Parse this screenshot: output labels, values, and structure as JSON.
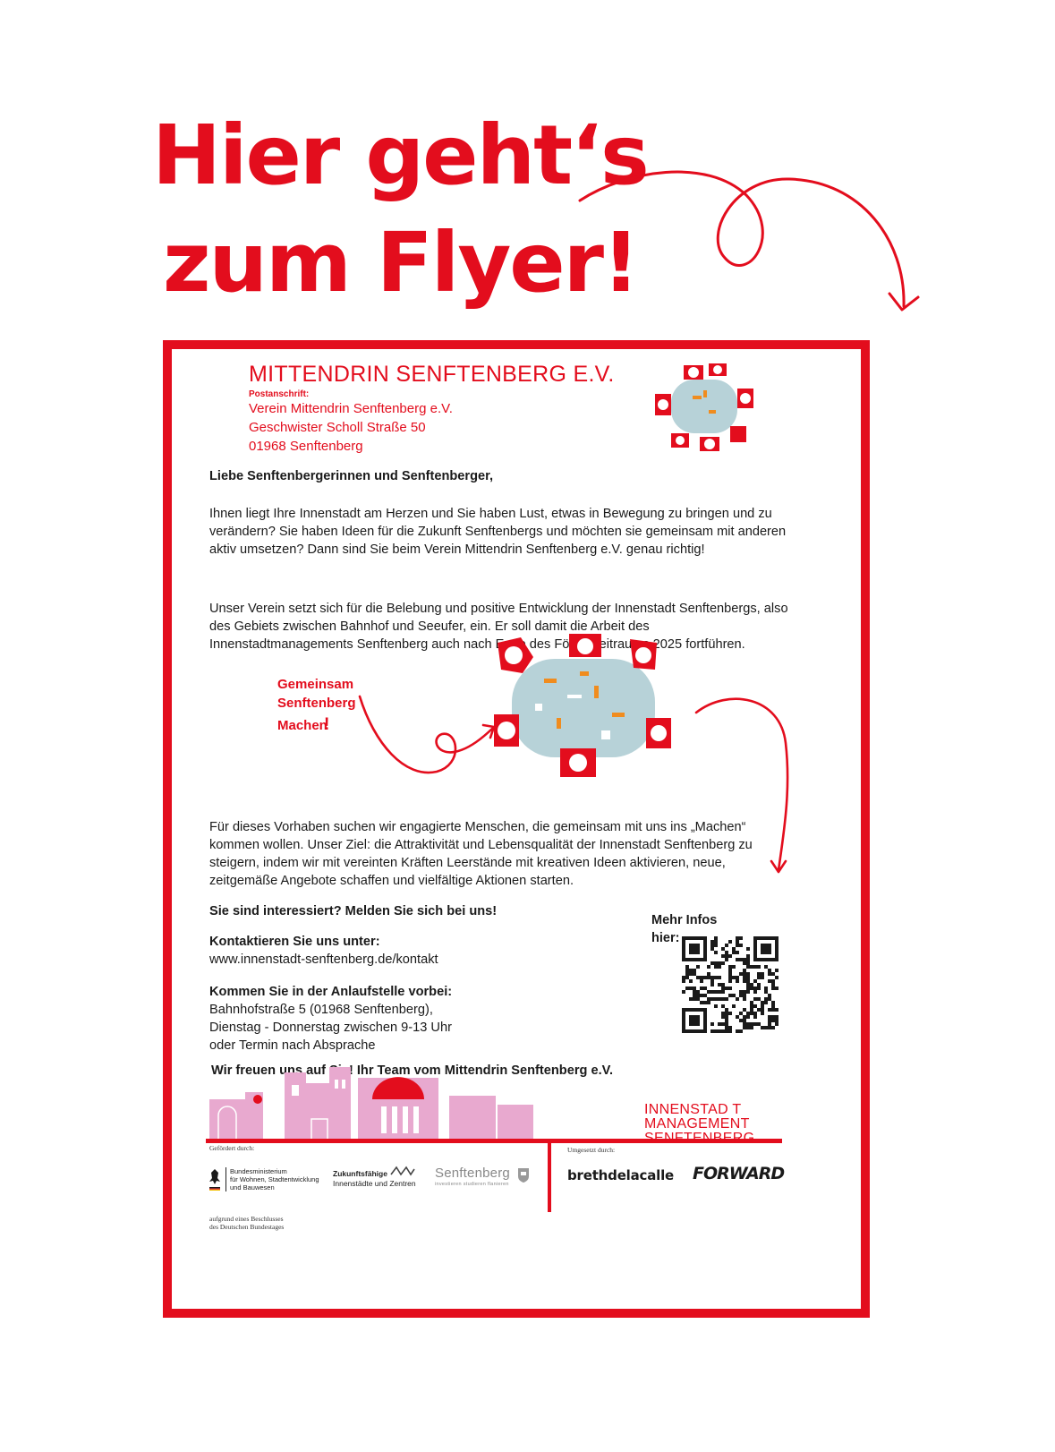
{
  "headline": {
    "line1": "Hier geht‘s",
    "line2": "zum Flyer!"
  },
  "colors": {
    "accent": "#e30d1d",
    "table_blue": "#b7d2d8",
    "skyline_pink": "#e8a9cf",
    "text": "#1a1a1a"
  },
  "flyer": {
    "org_name": "MITTENDRIN SENFTENBERG E.V.",
    "postal_label": "Postanschrift:",
    "postal_lines": [
      "Verein Mittendrin Senftenberg e.V.",
      "Geschwister Scholl Straße 50",
      "01968 Senftenberg"
    ],
    "greeting": "Liebe Senftenbergerinnen und Senftenberger,",
    "paragraph1": "Ihnen liegt Ihre Innenstadt am Herzen und Sie haben Lust, etwas in Bewegung zu bringen und zu verändern? Sie haben Ideen für die Zukunft Senftenbergs und möchten sie gemeinsam mit anderen aktiv umsetzen? Dann sind Sie beim Verein Mittendrin Senftenberg e.V. genau richtig!",
    "paragraph2": "Unser Verein setzt sich für die Belebung und positive Entwicklung der Innenstadt Senftenbergs, also des Gebiets zwischen Bahnhof und Seeufer, ein. Er soll damit die Arbeit des Innenstadtmanagements Senftenberg auch nach Ende des Förderzeitraums 2025 fortführen.",
    "slogan": [
      "Gemeinsam",
      "Senftenberg",
      "Machen"
    ],
    "slogan_mark": "!",
    "paragraph3": "Für dieses Vorhaben suchen wir engagierte Menschen, die gemeinsam mit uns ins „Machen“ kommen wollen. Unser Ziel: die Attraktivität und Lebensqualität der Innenstadt Senftenberg zu steigern, indem wir mit vereinten Kräften Leerstände mit kreativen Ideen aktivieren, neue, zeitgemäße Angebote schaffen und vielfältige Aktionen starten.",
    "interest": "Sie sind interessiert?  Melden Sie sich bei uns!",
    "contact_heading": "Kontaktieren Sie uns unter:",
    "contact_url": "www.innenstadt-senftenberg.de/kontakt",
    "visit_heading": "Kommen Sie in der Anlaufstelle vorbei:",
    "visit_lines": [
      "Bahnhofstraße 5 (01968 Senftenberg),",
      "Dienstag - Donnerstag zwischen 9-13 Uhr",
      "oder Termin nach Absprache"
    ],
    "thanks": "Wir freuen uns auf Sie! Ihr Team vom Mittendrin Senftenberg e.V.",
    "qr_label": [
      "Mehr Infos",
      "hier:"
    ]
  },
  "footer": {
    "brand_lines": [
      "INNENSTAD T",
      "MANAGEMENT",
      "SENFTENBERG"
    ],
    "funded_label": "Gefördert durch:",
    "ministry_lines": [
      "Bundesministerium",
      "für Wohnen, Stadtentwicklung",
      "und Bauwesen"
    ],
    "beschluss_lines": [
      "aufgrund eines Beschlusses",
      "des Deutschen Bundestages"
    ],
    "zukunft_lines": [
      "Zukunftsfähige",
      "Innenstädte und Zentren"
    ],
    "senftenberg_logo": "Senftenberg",
    "senftenberg_tagline": "investieren  studieren  flanieren",
    "implemented_label": "Umgesetzt durch:",
    "agency1": "brethdelacalle",
    "agency2": "FORWARD"
  }
}
